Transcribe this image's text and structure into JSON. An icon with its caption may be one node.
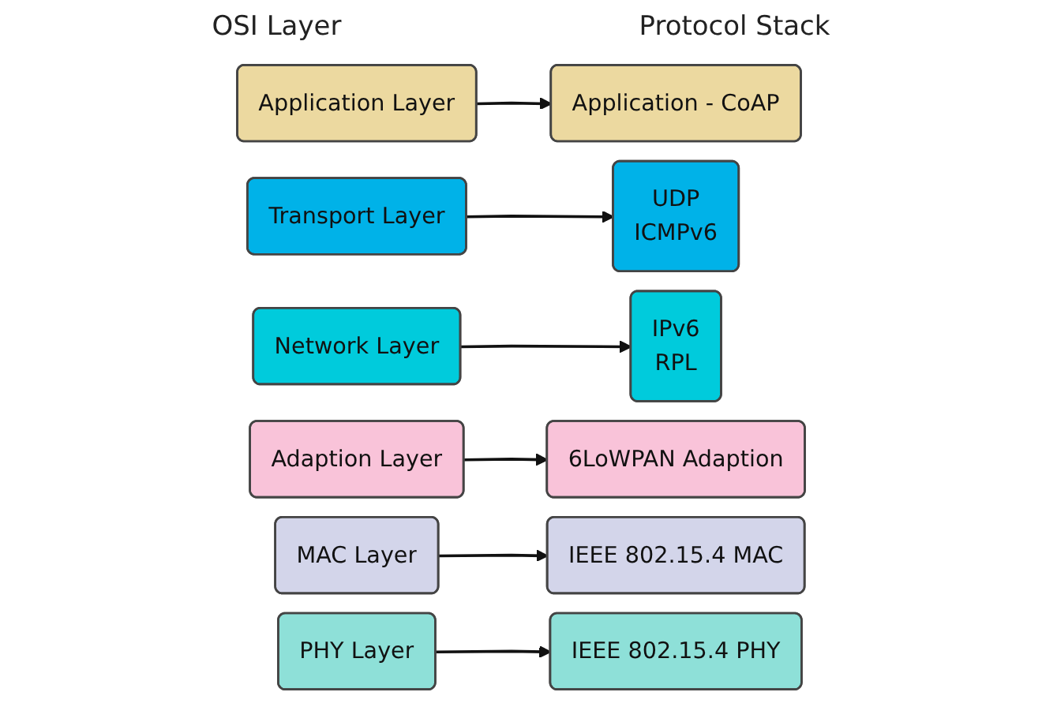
{
  "diagram": {
    "nodes": [
      {
        "text": [
          "Application Layer"
        ]
      },
      {
        "text": [
          "Application - CoAP"
        ]
      },
      {
        "text": [
          "Transport Layer"
        ]
      },
      {
        "text": [
          "UDP",
          "ICMPv6"
        ]
      },
      {
        "text": [
          "Network Layer"
        ]
      },
      {
        "text": [
          "IPv6",
          "RPL"
        ]
      },
      {
        "text": [
          "Adaption Layer"
        ]
      },
      {
        "text": [
          "6LoWPAN Adaption"
        ]
      },
      {
        "text": [
          "MAC Layer"
        ]
      },
      {
        "text": [
          "IEEE 802.15.4 MAC"
        ]
      },
      {
        "text": [
          "PHY Layer"
        ]
      },
      {
        "text": [
          "IEEE 802.15.4 PHY"
        ]
      }
    ],
    "edges": [
      {
        "from": 0,
        "to": 1,
        "arrow": "to"
      },
      {
        "from": 2,
        "to": 3,
        "arrow": "to"
      },
      {
        "from": 4,
        "to": 5,
        "arrow": "to"
      },
      {
        "from": 6,
        "to": 7,
        "arrow": "to"
      },
      {
        "from": 8,
        "to": 9,
        "arrow": "to"
      },
      {
        "from": 10,
        "to": 11,
        "arrow": "to"
      }
    ],
    "labels": [
      "OSI Layer",
      "Protocol Stack"
    ]
  }
}
